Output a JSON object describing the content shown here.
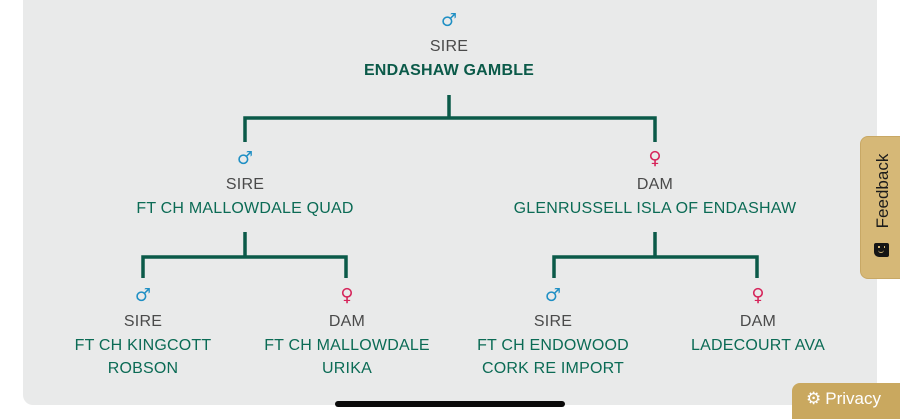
{
  "pedigree": {
    "root": {
      "sex": "male",
      "symbol": "♂",
      "role": "SIRE",
      "name": "ENDASHAW GAMBLE"
    },
    "parents": [
      {
        "sex": "male",
        "symbol": "♂",
        "role": "SIRE",
        "name": "FT CH MALLOWDALE QUAD"
      },
      {
        "sex": "female",
        "symbol": "♀",
        "role": "DAM",
        "name": "GLENRUSSELL ISLA OF ENDASHAW"
      }
    ],
    "grandparents": [
      {
        "sex": "male",
        "symbol": "♂",
        "role": "SIRE",
        "name_line1": "FT CH KINGCOTT",
        "name_line2": "ROBSON"
      },
      {
        "sex": "female",
        "symbol": "♀",
        "role": "DAM",
        "name_line1": "FT CH MALLOWDALE",
        "name_line2": "URIKA"
      },
      {
        "sex": "male",
        "symbol": "♂",
        "role": "SIRE",
        "name_line1": "FT CH ENDOWOOD",
        "name_line2": "CORK RE IMPORT"
      },
      {
        "sex": "female",
        "symbol": "♀",
        "role": "DAM",
        "name_line1": "LADECOURT AVA",
        "name_line2": ""
      }
    ]
  },
  "feedback": {
    "label": "Feedback",
    "icon": "smiley-chat-icon"
  },
  "privacy": {
    "label": "Privacy",
    "icon": "⚙"
  },
  "colors": {
    "line": "#0b5a49",
    "male": "#1f8fc4",
    "female": "#d6245a",
    "name": "#0b6b55",
    "panel": "#e9eaea",
    "accent": "#c9a85f"
  }
}
